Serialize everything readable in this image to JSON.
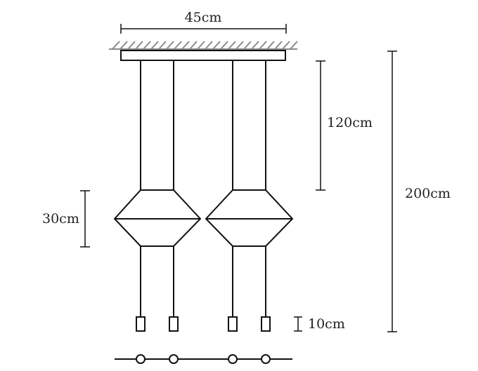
{
  "dimensions": {
    "width_label": "45cm",
    "hanging_length_label": "120cm",
    "total_height_label": "200cm",
    "shade_height_label": "30cm",
    "socket_height_label": "10cm"
  },
  "colors": {
    "line": "#111111",
    "ceiling_hatch": "#8a8a8a",
    "background": "#ffffff",
    "text": "#222222"
  },
  "layout_summary": {
    "pendant_count": 2,
    "wires_per_pendant": 2,
    "bottom_view_sockets": 4
  }
}
